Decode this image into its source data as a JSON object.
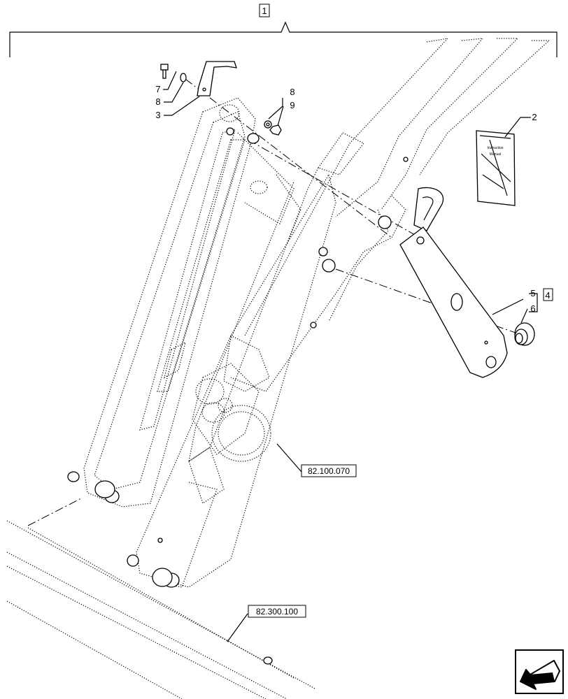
{
  "callouts": {
    "c1": "1",
    "c2": "2",
    "c3": "3",
    "c4": "4",
    "c5": "5",
    "c6": "6",
    "c7": "7",
    "c8a": "8",
    "c8b": "8",
    "c9": "9"
  },
  "references": {
    "ref_loader_arm": "82.100.070",
    "ref_frame": "82.300.100"
  },
  "manual": {
    "cover_line1": "Instruction",
    "cover_line2": "Manual"
  },
  "icons": {
    "nav": "arrow-back-icon"
  }
}
